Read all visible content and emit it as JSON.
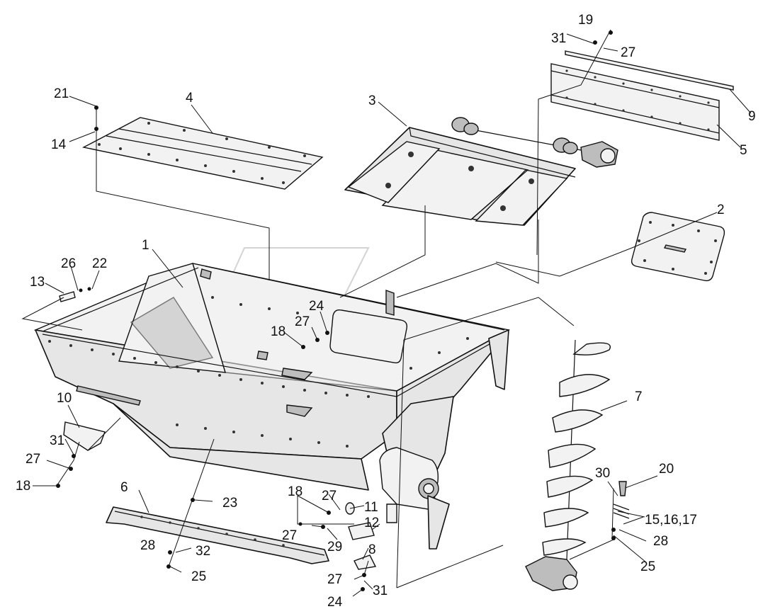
{
  "callouts": {
    "c1": "1",
    "c2": "2",
    "c3": "3",
    "c4": "4",
    "c5": "5",
    "c6": "6",
    "c7": "7",
    "c8": "8",
    "c9": "9",
    "c10": "10",
    "c11": "11",
    "c12": "12",
    "c13": "13",
    "c14": "14",
    "c15_16_17": "15,16,17",
    "c18a": "18",
    "c18b": "18",
    "c18c": "18",
    "c19": "19",
    "c20": "20",
    "c21": "21",
    "c22": "22",
    "c23": "23",
    "c24a": "24",
    "c24b": "24",
    "c25a": "25",
    "c25b": "25",
    "c26": "26",
    "c27a": "27",
    "c27b": "27",
    "c27c": "27",
    "c27d": "27",
    "c27e": "27",
    "c27f": "27",
    "c28a": "28",
    "c28b": "28",
    "c29": "29",
    "c30": "30",
    "c31a": "31",
    "c31b": "31",
    "c31c": "31",
    "c32": "32"
  }
}
